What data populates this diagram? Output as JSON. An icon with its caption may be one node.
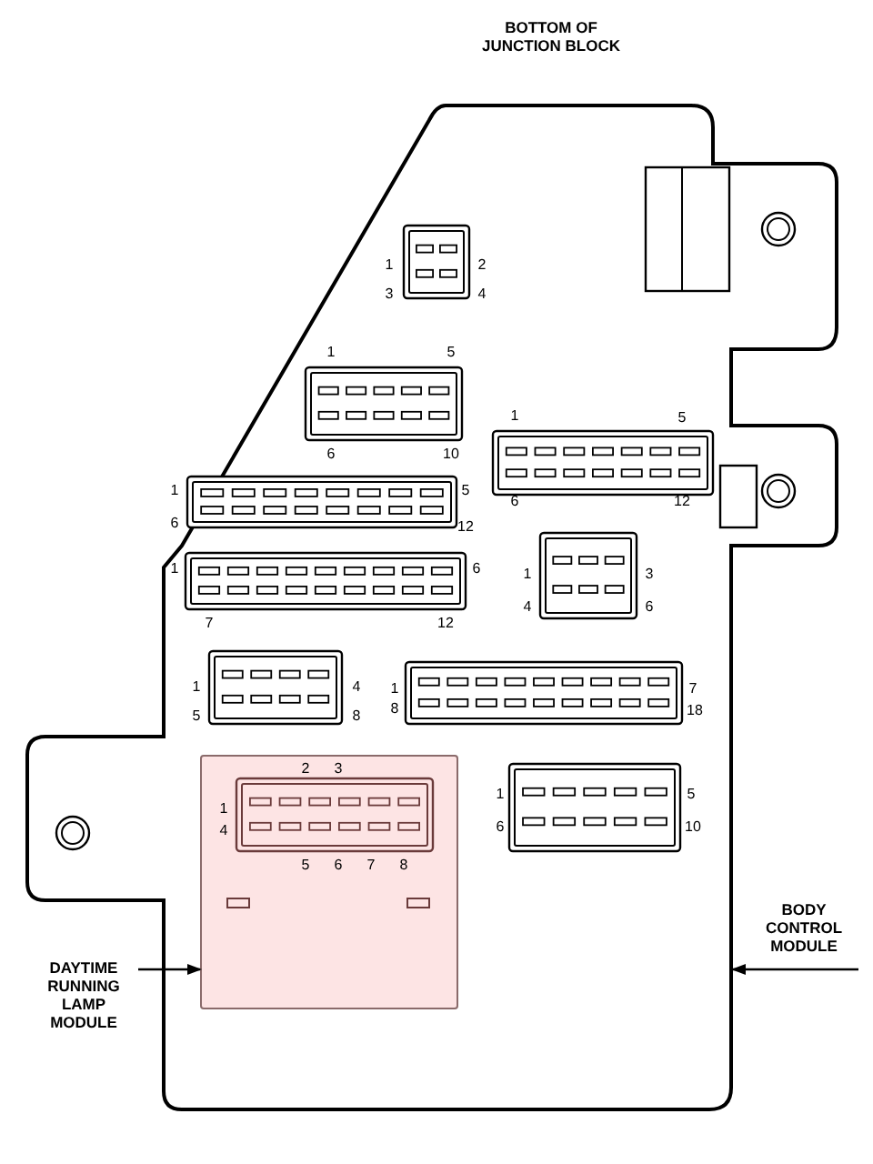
{
  "diagram": {
    "nodes": [
      {
        "text": [
          "BOTTOM OF JUNCTION BLOCK"
        ]
      },
      {
        "text": [],
        "shape": "box",
        "in": 0
      },
      {
        "text": [
          "DAYTIME RUNNING LAMP MODULE"
        ]
      },
      {
        "text": [
          "BODY CONTROL MODULE"
        ]
      }
    ],
    "edges": [
      {
        "from": 2,
        "to": 1,
        "arrow": "to"
      },
      {
        "from": 3,
        "to": 0,
        "arrow": "to"
      }
    ],
    "labels": [
      "1",
      "2",
      "3",
      "4",
      "1",
      "5",
      "6",
      "10",
      "1",
      "5",
      "6",
      "12",
      "1",
      "5",
      "6",
      "12",
      "1",
      "6",
      "7",
      "12",
      "1",
      "3",
      "4",
      "6",
      "1",
      "4",
      "5",
      "8",
      "1",
      "7",
      "8",
      "18",
      "2",
      "3",
      "1",
      "4",
      "5",
      "6",
      "7",
      "8",
      "1",
      "5",
      "6",
      "10"
    ]
  }
}
